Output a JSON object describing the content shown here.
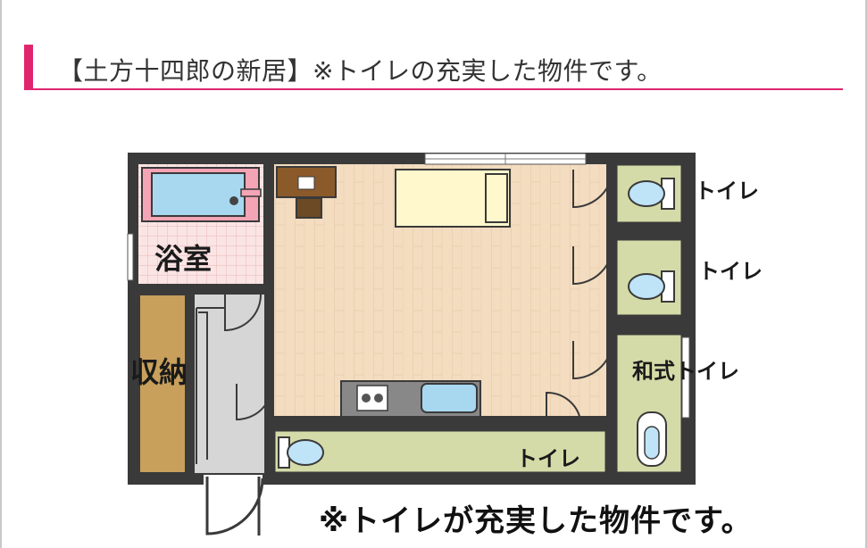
{
  "title": "【土方十四郎の新居】※トイレの充実した物件です。",
  "rooms": {
    "bathroom": "浴室",
    "storage": "収納",
    "toilet_1": "トイレ",
    "toilet_2": "トイレ",
    "toilet_japanese": "和式トイレ",
    "toilet_bottom": "トイレ"
  },
  "caption": "※トイレが充実した物件です。",
  "colors": {
    "accent": "#e0256f",
    "floor": "#f3dcc0",
    "toilet_room": "#d5dba8",
    "storage": "#c8a05c",
    "bath_tile": "#f8dcdc",
    "bathtub": "#a8d8f0",
    "wall": "#3a3a3a"
  }
}
